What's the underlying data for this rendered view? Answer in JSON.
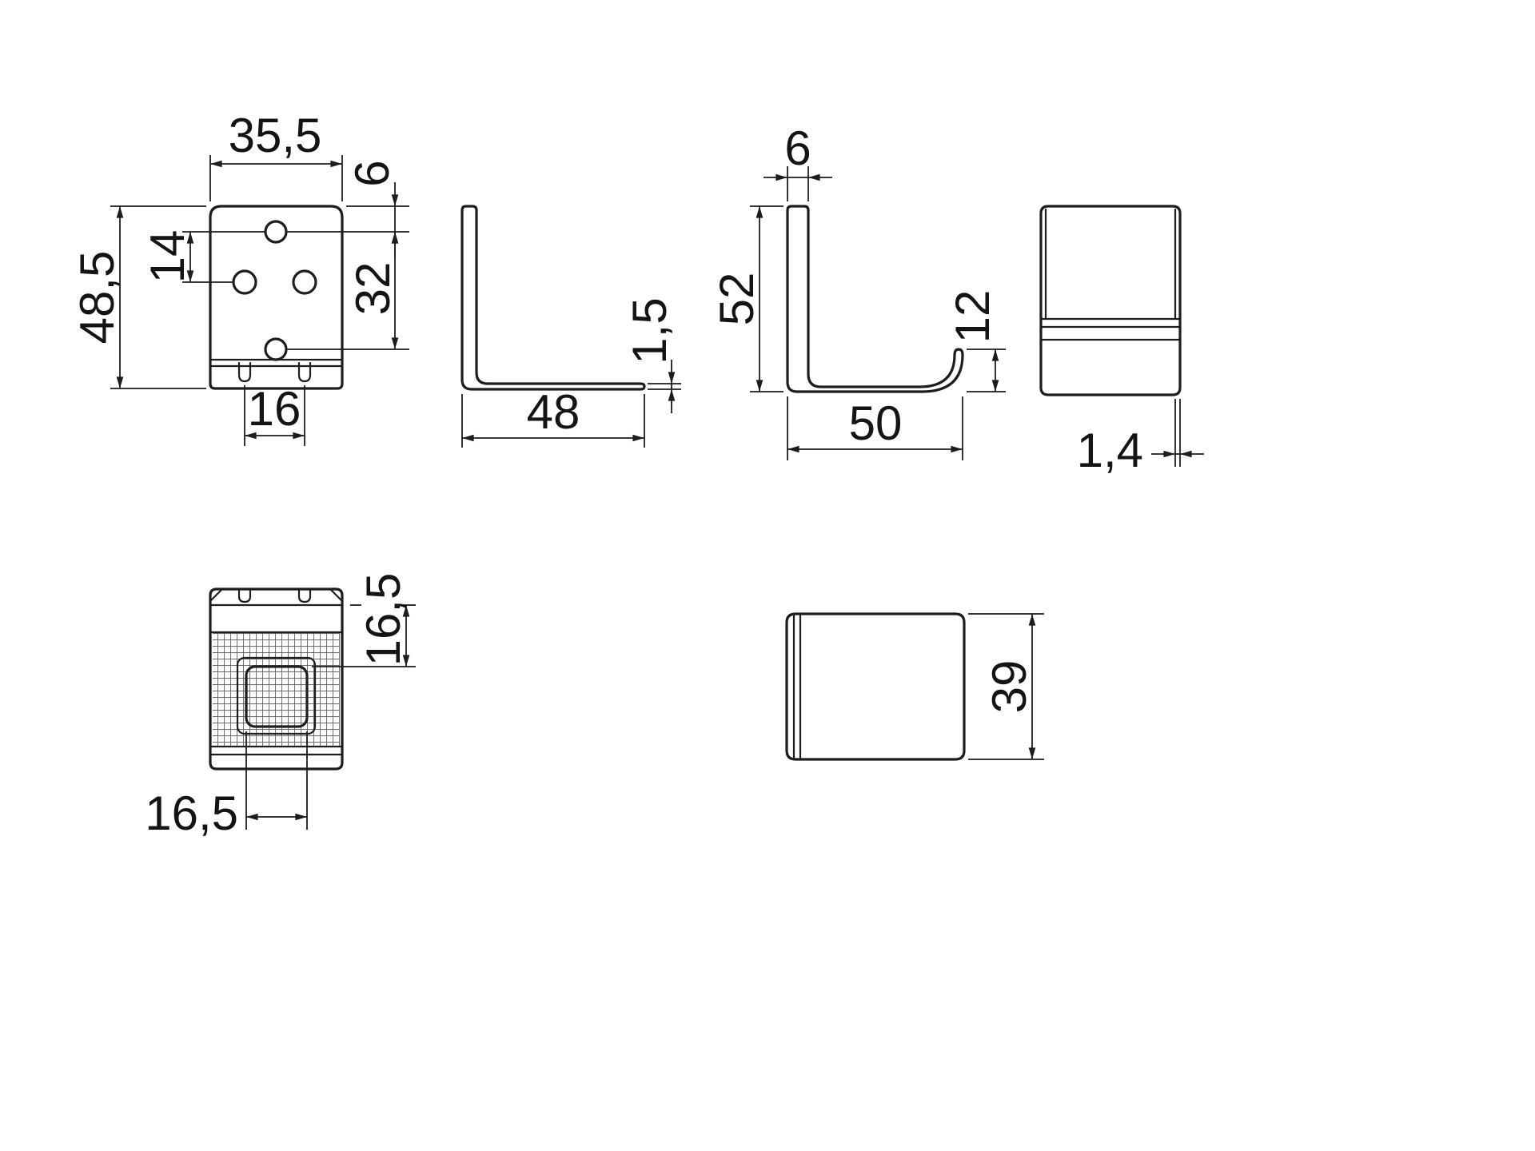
{
  "colors": {
    "line": "#1d1d1d",
    "background": "#ffffff"
  },
  "parts": {
    "bracket_a": {
      "front_view": {
        "width": "35,5",
        "hole_top_offset": "6",
        "height": "48,5",
        "hole_row_offset": "14",
        "hole_span": "32",
        "hole_spacing": "16"
      },
      "side_view": {
        "thickness": "1,5",
        "depth": "48"
      },
      "top_view": {
        "opening_depth": "16,5",
        "opening_width": "16,5"
      }
    },
    "bracket_b": {
      "profile_view": {
        "flange_width": "6",
        "height": "52",
        "lip_height": "12",
        "depth": "50"
      },
      "front_view": {
        "thickness": "1,4"
      },
      "top_view": {
        "width": "39"
      }
    }
  }
}
